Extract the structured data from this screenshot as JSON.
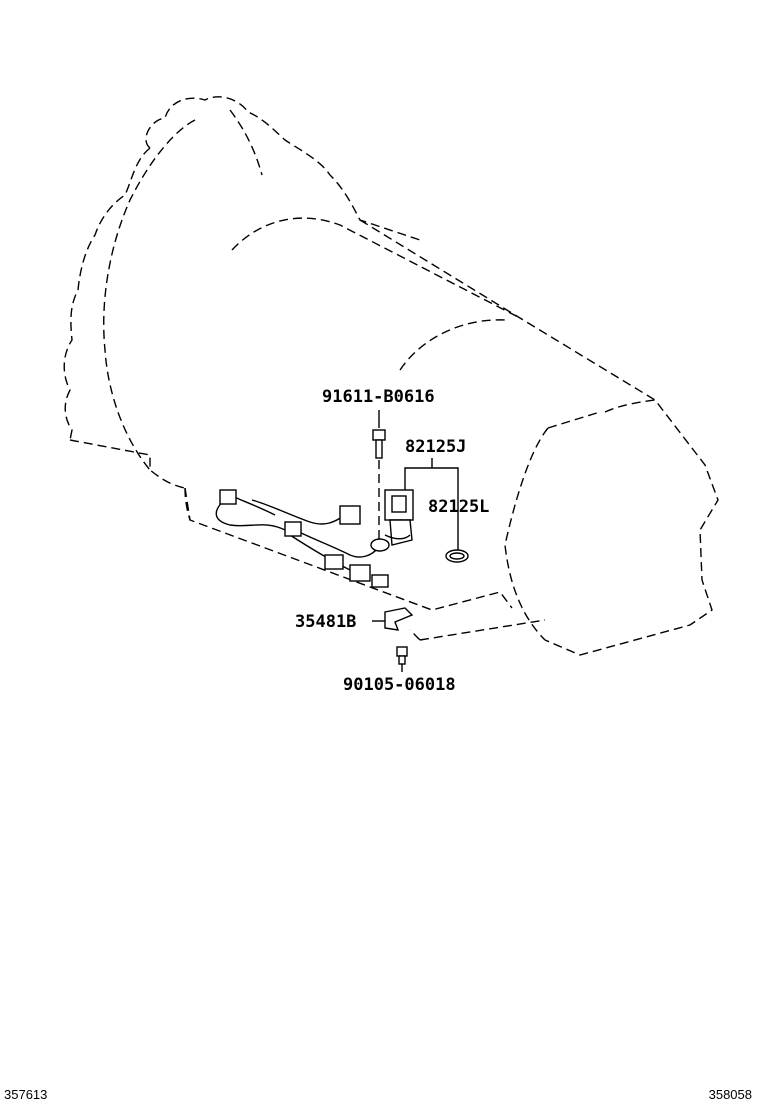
{
  "parts": {
    "bolt_top": "91611-B0616",
    "sensor": "82125J",
    "oring": "82125L",
    "clamp": "35481B",
    "bolt_bottom": "90105-06018"
  },
  "footer": {
    "left_id": "357613",
    "right_id": "358058"
  }
}
